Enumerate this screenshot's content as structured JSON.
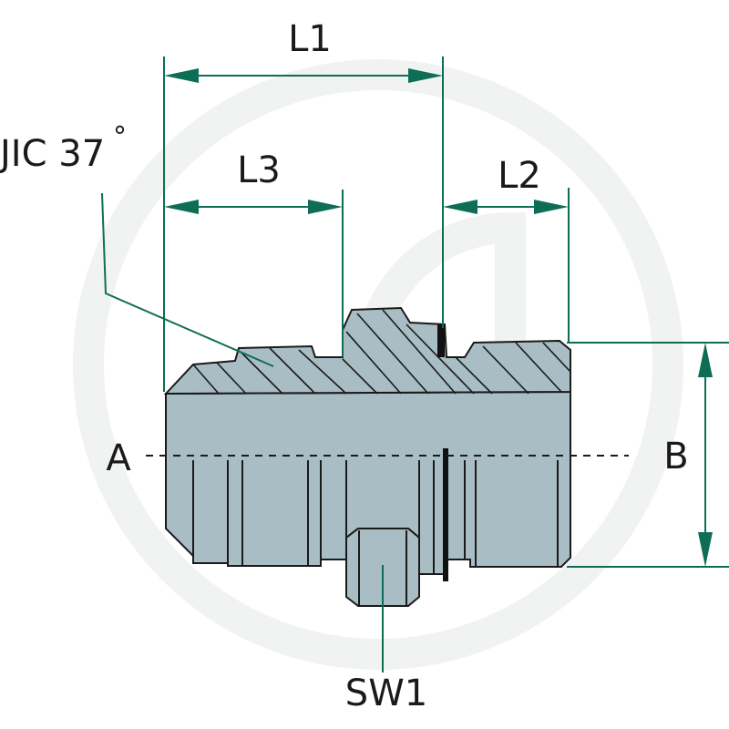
{
  "labels": {
    "l1": "L1",
    "l2": "L2",
    "l3": "L3",
    "jic": "JIC 37",
    "degree": "°",
    "a": "A",
    "b": "B",
    "sw1": "SW1"
  },
  "colors": {
    "dimension": "#0e6e55",
    "body": "#a9bdc4",
    "outline": "#1a1a1a"
  }
}
